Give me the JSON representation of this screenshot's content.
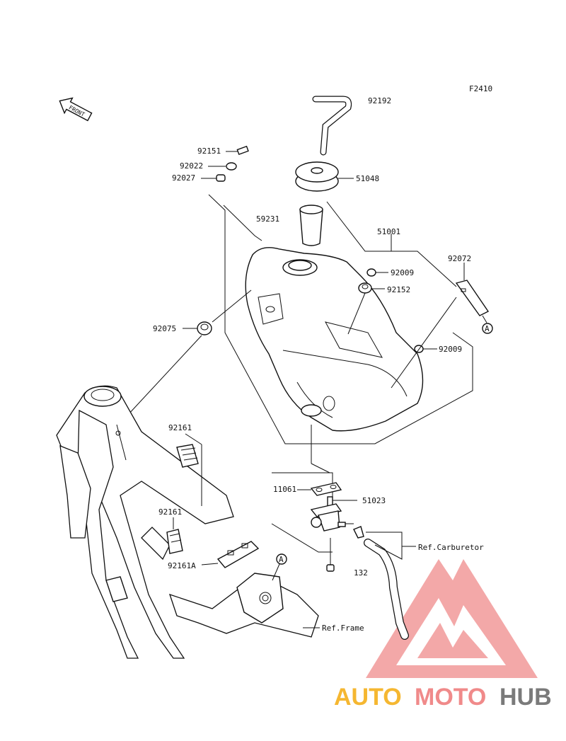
{
  "figure_code": "F2410",
  "front_label": "FRONT",
  "parts": {
    "p92192": "92192",
    "p92151": "92151",
    "p92022": "92022",
    "p92027": "92027",
    "p51048": "51048",
    "p59231": "59231",
    "p51001": "51001",
    "p92072": "92072",
    "p92009a": "92009",
    "p92152": "92152",
    "p92075": "92075",
    "p92009b": "92009",
    "p92161a": "92161",
    "p11061": "11061",
    "p51023": "51023",
    "p92161b": "92161",
    "p92161c": "92161A",
    "p132": "132"
  },
  "refs": {
    "carburetor": "Ref.Carburetor",
    "frame": "Ref.Frame"
  },
  "markers": {
    "a1": "A",
    "a2": "A"
  },
  "watermark": {
    "part1": "AUTO",
    "part2": "MOTO",
    "part3": "HUB",
    "color1": "#f5b731",
    "color2": "#f08a8a",
    "color3": "#7a7a7a",
    "logo_color": "#f29a9a"
  }
}
